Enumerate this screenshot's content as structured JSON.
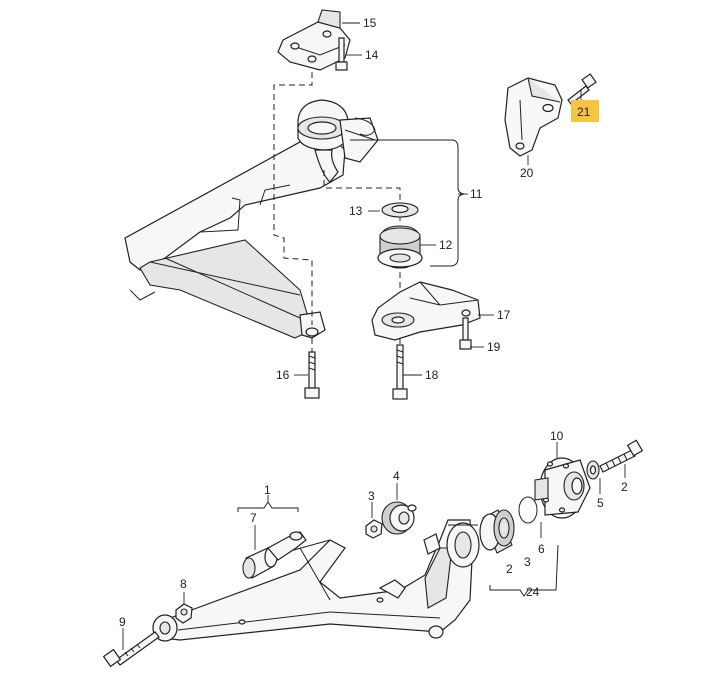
{
  "callouts": {
    "c1": "1",
    "c2": "2",
    "c2b": "2",
    "c3": "3",
    "c3b": "3",
    "c4": "4",
    "c5": "5",
    "c6": "6",
    "c7": "7",
    "c8": "8",
    "c9": "9",
    "c10": "10",
    "c11": "11",
    "c12": "12",
    "c13": "13",
    "c14": "14",
    "c15": "15",
    "c16": "16",
    "c17": "17",
    "c18": "18",
    "c19": "19",
    "c20": "20",
    "c21": "21",
    "c24": "24"
  },
  "highlight": {
    "callout": "21",
    "color": "#f5c542"
  }
}
